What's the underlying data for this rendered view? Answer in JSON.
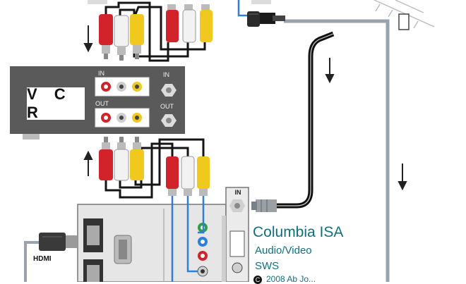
{
  "vcr": {
    "name": "V C R",
    "in_label": "IN",
    "out_label": "OUT",
    "ant_in_label": "IN",
    "ant_out_label": "OUT"
  },
  "tv": {
    "rf_in_label": "IN",
    "hdmi_label": "HDMI"
  },
  "credit": {
    "title": "Columbia ISA",
    "line1": "Audio/Video",
    "line2": "SWS",
    "copyright_mark": "C",
    "copyright_text": "2008 Ab Jo..."
  },
  "colors": {
    "red": "#d2232a",
    "white": "#f2f2f2",
    "yellow": "#f0c81e",
    "blue_wire": "#2f7fd8",
    "coax": "#111111",
    "grey_cable": "#9aa3ad",
    "vcr_body": "#5a5a5a",
    "accent": "#0f7080"
  },
  "icons": [
    "arrow-down-icon",
    "arrow-up-icon",
    "rca-plug-icon",
    "coax-plug-icon",
    "antenna-icon",
    "hdmi-plug-icon"
  ]
}
